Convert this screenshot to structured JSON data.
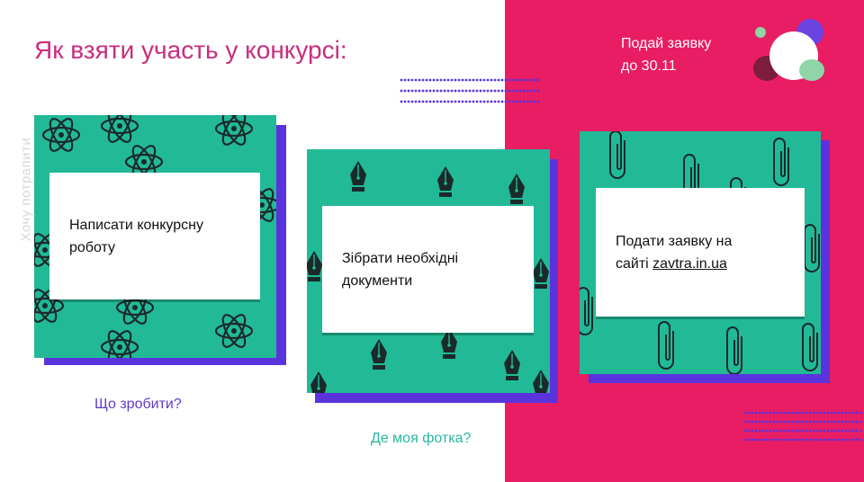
{
  "colors": {
    "pink": "#e91d63",
    "teal": "#22b997",
    "purple": "#5b33dd",
    "magenta_title": "#c92d7e",
    "violet_caption": "#5f39c9",
    "teal_caption": "#27b8a0",
    "dark_icon": "#1a2a2a",
    "logo_dark": "#7c1d3e",
    "logo_green": "#8fd5a6",
    "logo_purple": "#6a43e0"
  },
  "title": "Як взяти участь у конкурсі:",
  "side_label": "Хочу потрапити",
  "deadline": {
    "line1": "Подай заявку",
    "line2": "до 30.11"
  },
  "cards": [
    {
      "icon": "atom-icon",
      "line1": "Написати конкурсну",
      "line2": "роботу",
      "caption": "Що зробити?"
    },
    {
      "icon": "fountain-pen-nib-icon",
      "line1": "Зібрати необхідні",
      "line2": "документи",
      "caption": "Де моя фотка?"
    },
    {
      "icon": "paperclip-icon",
      "line1": "Подати заявку на",
      "line2_prefix": "сайті ",
      "line2_link": "zavtra.in.ua"
    }
  ]
}
